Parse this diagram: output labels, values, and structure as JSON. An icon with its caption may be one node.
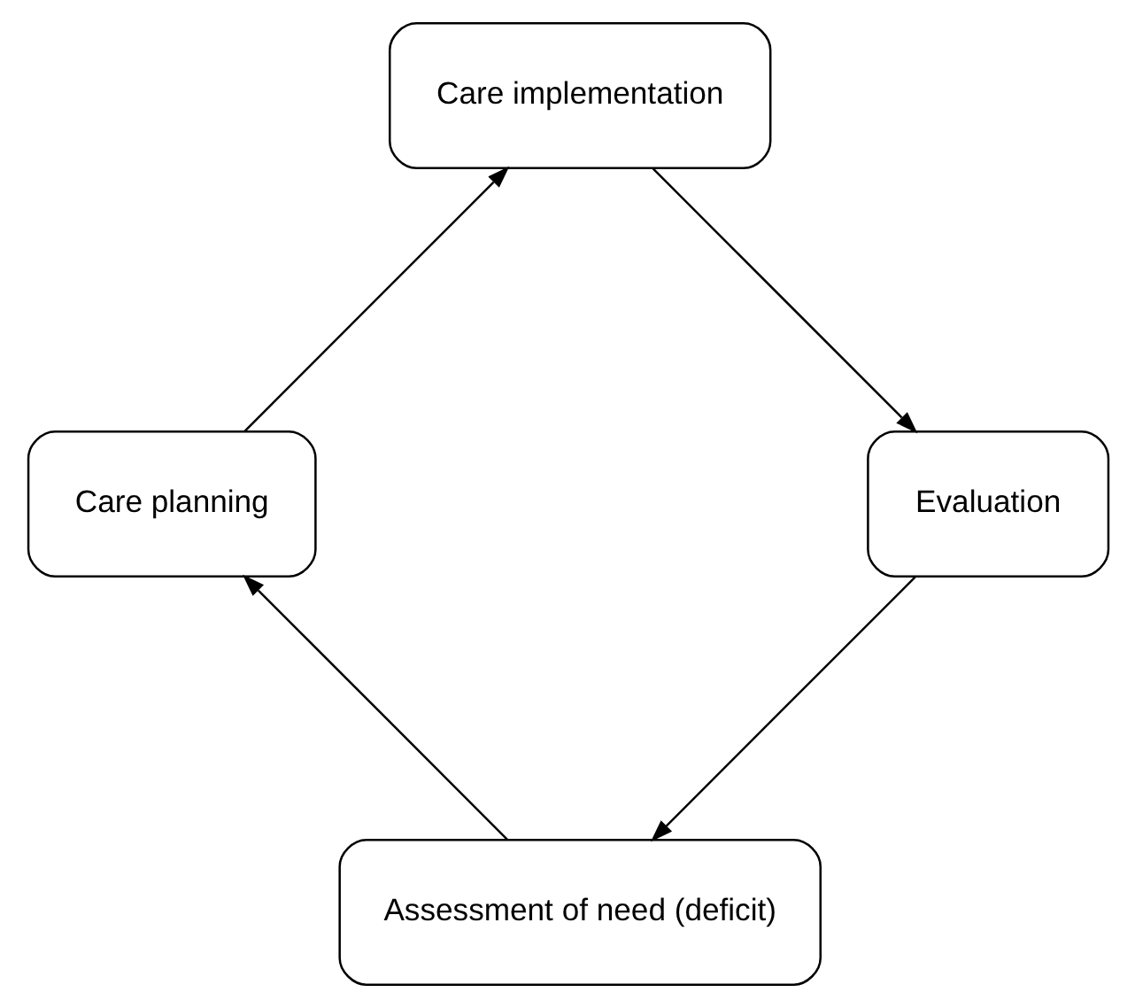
{
  "diagram": {
    "nodes": [
      {
        "text": [
          "Assessment of need (deficit)"
        ]
      },
      {
        "text": [
          "Care planning"
        ]
      },
      {
        "text": [
          "Care implementation"
        ]
      },
      {
        "text": [
          "Evaluation"
        ]
      }
    ],
    "edges": [
      {
        "from": 0,
        "to": 1,
        "arrow": "to"
      },
      {
        "from": 1,
        "to": 2,
        "arrow": "to"
      },
      {
        "from": 2,
        "to": 3,
        "arrow": "to"
      },
      {
        "from": 3,
        "to": 0,
        "arrow": "to"
      }
    ]
  }
}
